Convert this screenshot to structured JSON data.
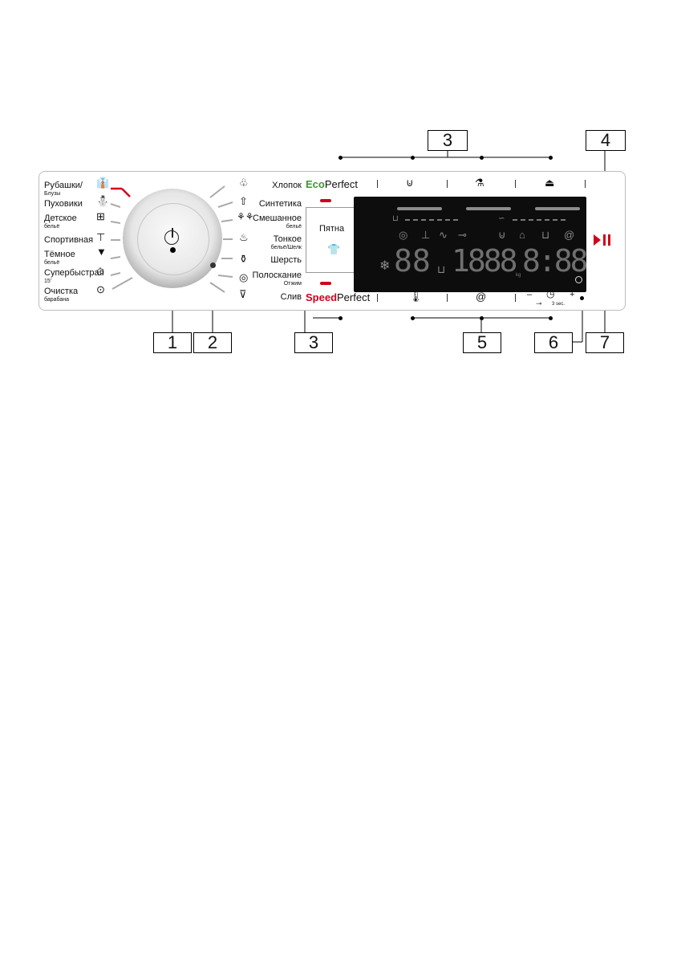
{
  "left_programs": [
    {
      "label": "Рубашки/",
      "sub": "Блузы",
      "icon": "shirt-icon"
    },
    {
      "label": "Пуховики",
      "sub": "",
      "icon": "down-jacket-icon"
    },
    {
      "label": "Детское",
      "sub": "бельё",
      "icon": "baby-care-icon"
    },
    {
      "label": "Спортивная",
      "sub": "",
      "icon": "sport-shirt-icon"
    },
    {
      "label": "Тёмное",
      "sub": "бельё",
      "icon": "dark-shirt-icon"
    },
    {
      "label": "Супербыстрая",
      "sub": "15'",
      "icon": "stopwatch-icon"
    },
    {
      "label": "Очистка",
      "sub": "барабана",
      "icon": "drum-clean-icon"
    }
  ],
  "right_programs": [
    {
      "label": "Хлопок",
      "sub": "",
      "icon": "cotton-icon"
    },
    {
      "label": "Синтетика",
      "sub": "",
      "icon": "synthetic-icon"
    },
    {
      "label": "Смешанное",
      "sub": "бельё",
      "icon": "mixed-icon"
    },
    {
      "label": "Тонкое",
      "sub": "бельё/Шелк",
      "icon": "delicate-icon"
    },
    {
      "label": "Шерсть",
      "sub": "",
      "icon": "wool-icon"
    },
    {
      "label": "Полоскание",
      "sub": "Отжим",
      "icon": "rinse-spin-icon"
    },
    {
      "label": "Слив",
      "sub": "",
      "icon": "drain-icon"
    }
  ],
  "eco": {
    "prefix": "Eco",
    "suffix": "Perfect",
    "prefix_color": "#3a9a2c"
  },
  "speed": {
    "prefix": "Speed",
    "suffix": "Perfect",
    "prefix_color": "#d0021b"
  },
  "stain_label": "Пятна",
  "display": {
    "digits_left": "88",
    "digits_mid": "1888",
    "unit": "kg",
    "digits_right": "8:88"
  },
  "bottom_controls": {
    "minus": "–",
    "plus": "+",
    "hold": "3 sec."
  },
  "callouts": {
    "c1": "1",
    "c2": "2",
    "c3_top": "3",
    "c3_bottom": "3",
    "c4": "4",
    "c5": "5",
    "c6": "6",
    "c7": "7"
  },
  "colors": {
    "accent_red": "#d0021b",
    "eco_green": "#3a9a2c",
    "display_bg": "#0d0d0d"
  }
}
